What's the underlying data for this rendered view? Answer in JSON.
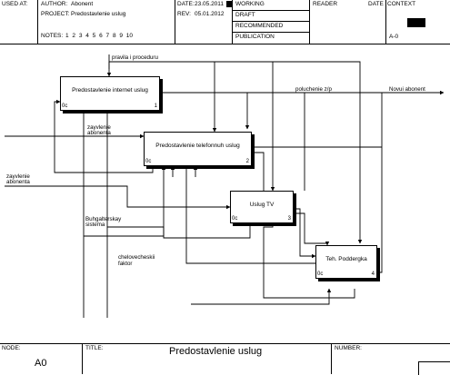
{
  "header": {
    "used_at": "USED AT:",
    "author_label": "AUTHOR:",
    "author": "Abonent",
    "project_label": "PROJECT:",
    "project": "Predostavlenie uslug",
    "date_label": "DATE:",
    "date": "23.05.2011",
    "rev_label": "REV:",
    "rev": "05.01.2012",
    "notes_label": "NOTES:",
    "notes": "1 2 3 4 5 6 7 8 9 10",
    "working": "WORKING",
    "draft": "DRAFT",
    "recommended": "RECOMMENDED",
    "publication": "PUBLICATION",
    "reader": "READER",
    "reader_date": "DATE",
    "context": "CONTEXT",
    "context_node": "A-0"
  },
  "footer": {
    "node_label": "NODE:",
    "node": "A0",
    "title_label": "TITLE:",
    "title": "Predostavlenie uslug",
    "number_label": "NUMBER:"
  },
  "boxes": [
    {
      "title": "Predostavlenie internet uslug",
      "num": "0с",
      "idx": "1"
    },
    {
      "title": "Predostavlenie telefonnuh uslug",
      "num": "0с",
      "idx": "2"
    },
    {
      "title": "Uslug TV",
      "num": "0с",
      "idx": "3"
    },
    {
      "title": "Teh. Poddergka",
      "num": "0с",
      "idx": "4"
    }
  ],
  "arrows": {
    "control_top": "pravila i proceduru",
    "output_internet": "poluchenie z/p",
    "output_final": "Novui abonent",
    "input_1a": "zayvlenie",
    "input_1b": "abonenta",
    "input_2a": "zayvlenie",
    "input_2b": "abonenta",
    "mech_1a": "Buhgalterskay",
    "mech_1b": "sistema",
    "mech_2a": "chelovecheskii",
    "mech_2b": "faktor"
  }
}
